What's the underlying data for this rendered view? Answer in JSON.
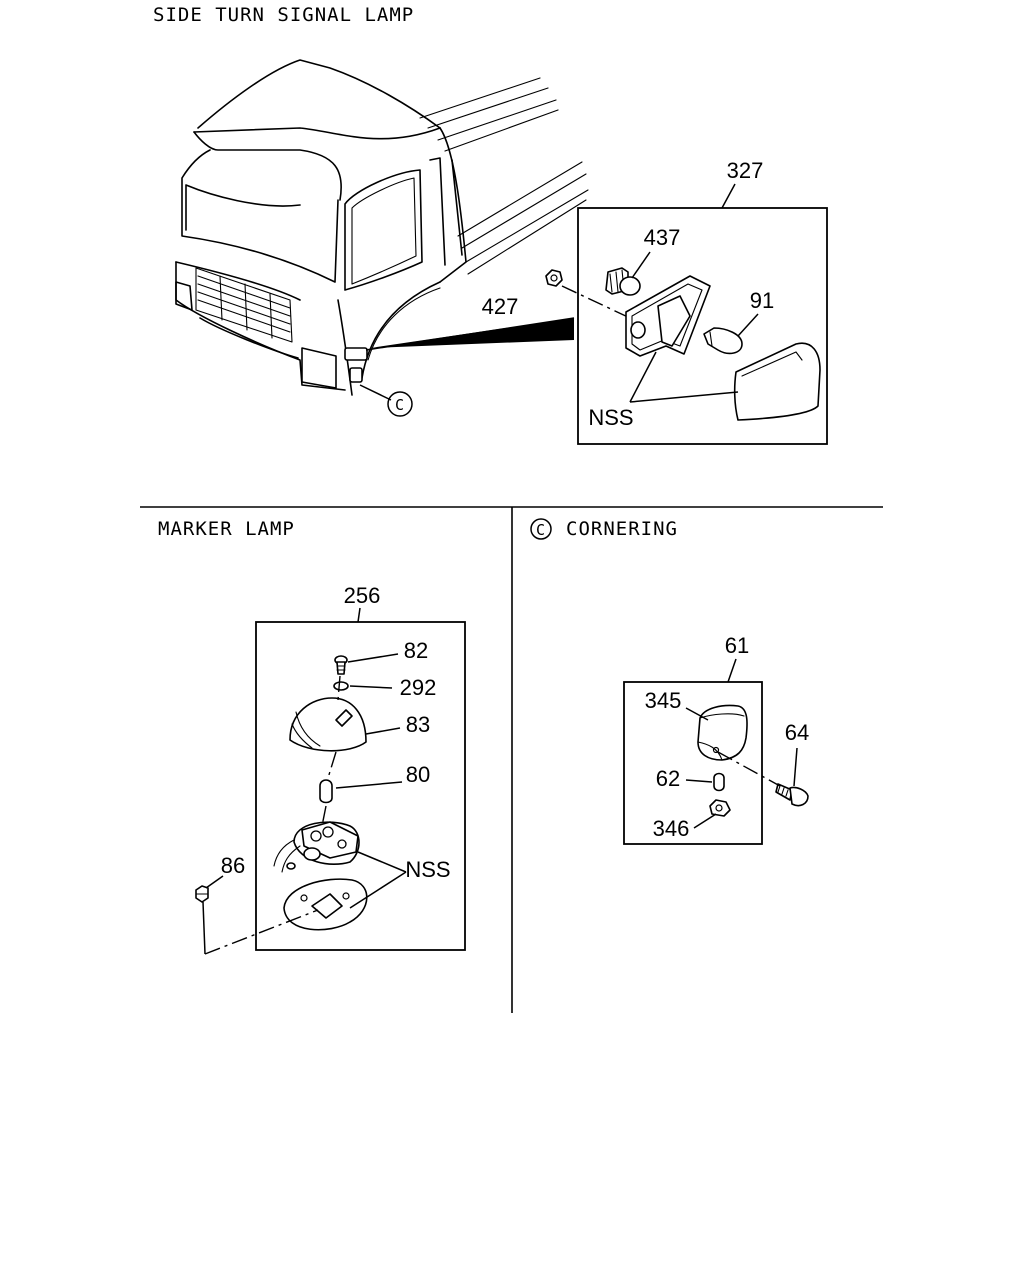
{
  "sections": {
    "side_turn": {
      "title": "SIDE TURN SIGNAL LAMP",
      "callout_c": "C"
    },
    "marker": {
      "title": "MARKER LAMP"
    },
    "cornering": {
      "marker": "C",
      "title": "CORNERING"
    }
  },
  "callouts": {
    "assy_327": "327",
    "p437": "437",
    "p427": "427",
    "p91": "91",
    "nss_top": "NSS",
    "assy_256": "256",
    "p82": "82",
    "p292": "292",
    "p83": "83",
    "p80": "80",
    "p86": "86",
    "nss_marker": "NSS",
    "assy_61": "61",
    "p345": "345",
    "p64": "64",
    "p62": "62",
    "p346": "346"
  }
}
